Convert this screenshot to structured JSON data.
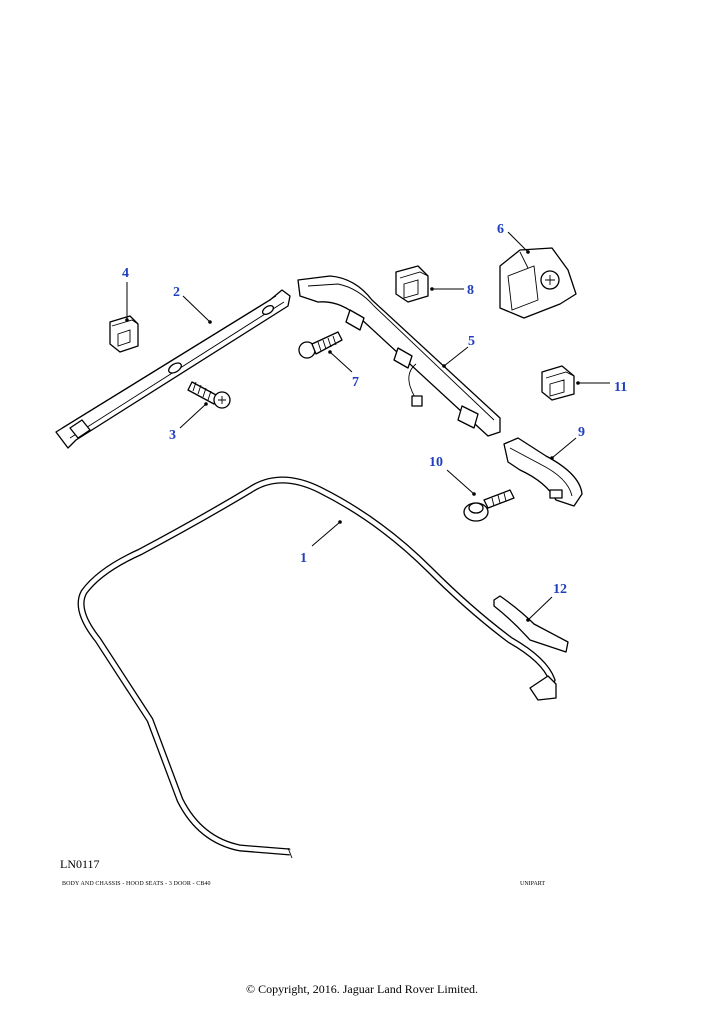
{
  "drawing": {
    "reference": "LN0117",
    "caption": "BODY AND CHASSIS - HOOD SEATS - 3 DOOR - CB40",
    "supplier": "UNIPART",
    "copyright": "© Copyright, 2016. Jaguar Land Rover Limited."
  },
  "callouts": [
    {
      "id": "c1",
      "label": "1"
    },
    {
      "id": "c2",
      "label": "2"
    },
    {
      "id": "c3",
      "label": "3"
    },
    {
      "id": "c4",
      "label": "4"
    },
    {
      "id": "c5",
      "label": "5"
    },
    {
      "id": "c6",
      "label": "6"
    },
    {
      "id": "c7",
      "label": "7"
    },
    {
      "id": "c8",
      "label": "8"
    },
    {
      "id": "c9",
      "label": "9"
    },
    {
      "id": "c10",
      "label": "10"
    },
    {
      "id": "c11",
      "label": "11"
    },
    {
      "id": "c12",
      "label": "12"
    }
  ],
  "colors": {
    "callout": "#1f3fbf",
    "line": "#000000",
    "background": "#ffffff"
  }
}
